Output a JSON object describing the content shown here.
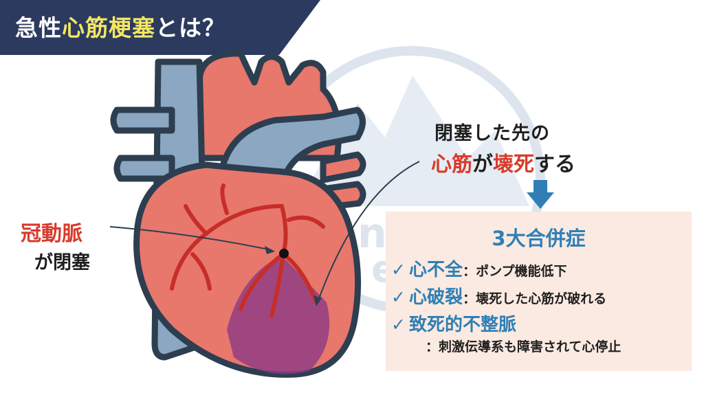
{
  "title": {
    "prefix": "急性",
    "highlight": "心筋梗塞",
    "suffix": "とは？"
  },
  "watermark": {
    "line1": "ntain",
    "line2": "edical"
  },
  "labels": {
    "coronary": "冠動脈",
    "occlusion": "が閉塞",
    "note_line1": "閉塞した先の",
    "note_line2_a": "心筋",
    "note_line2_b": "が",
    "note_line2_c": "壊死",
    "note_line2_d": "する"
  },
  "panel": {
    "title": "3大合併症",
    "items": [
      {
        "check": "✓",
        "name": "心不全",
        "desc": "：ポンプ機能低下"
      },
      {
        "check": "✓",
        "name": "心破裂",
        "desc": "：壊死した心筋が破れる"
      },
      {
        "check": "✓",
        "name": "致死的不整脈",
        "desc": "：刺激伝導系も障害されて心停止"
      }
    ]
  },
  "colors": {
    "banner": "#2b3a5e",
    "highlight": "#f5e663",
    "red": "#d93a2b",
    "blue": "#2f7fb5",
    "panel": "#fbeae1",
    "heart": "#e8776c",
    "vessel": "#8ba7c1",
    "artery": "#c72e27",
    "infarct": "#8c3a86"
  }
}
